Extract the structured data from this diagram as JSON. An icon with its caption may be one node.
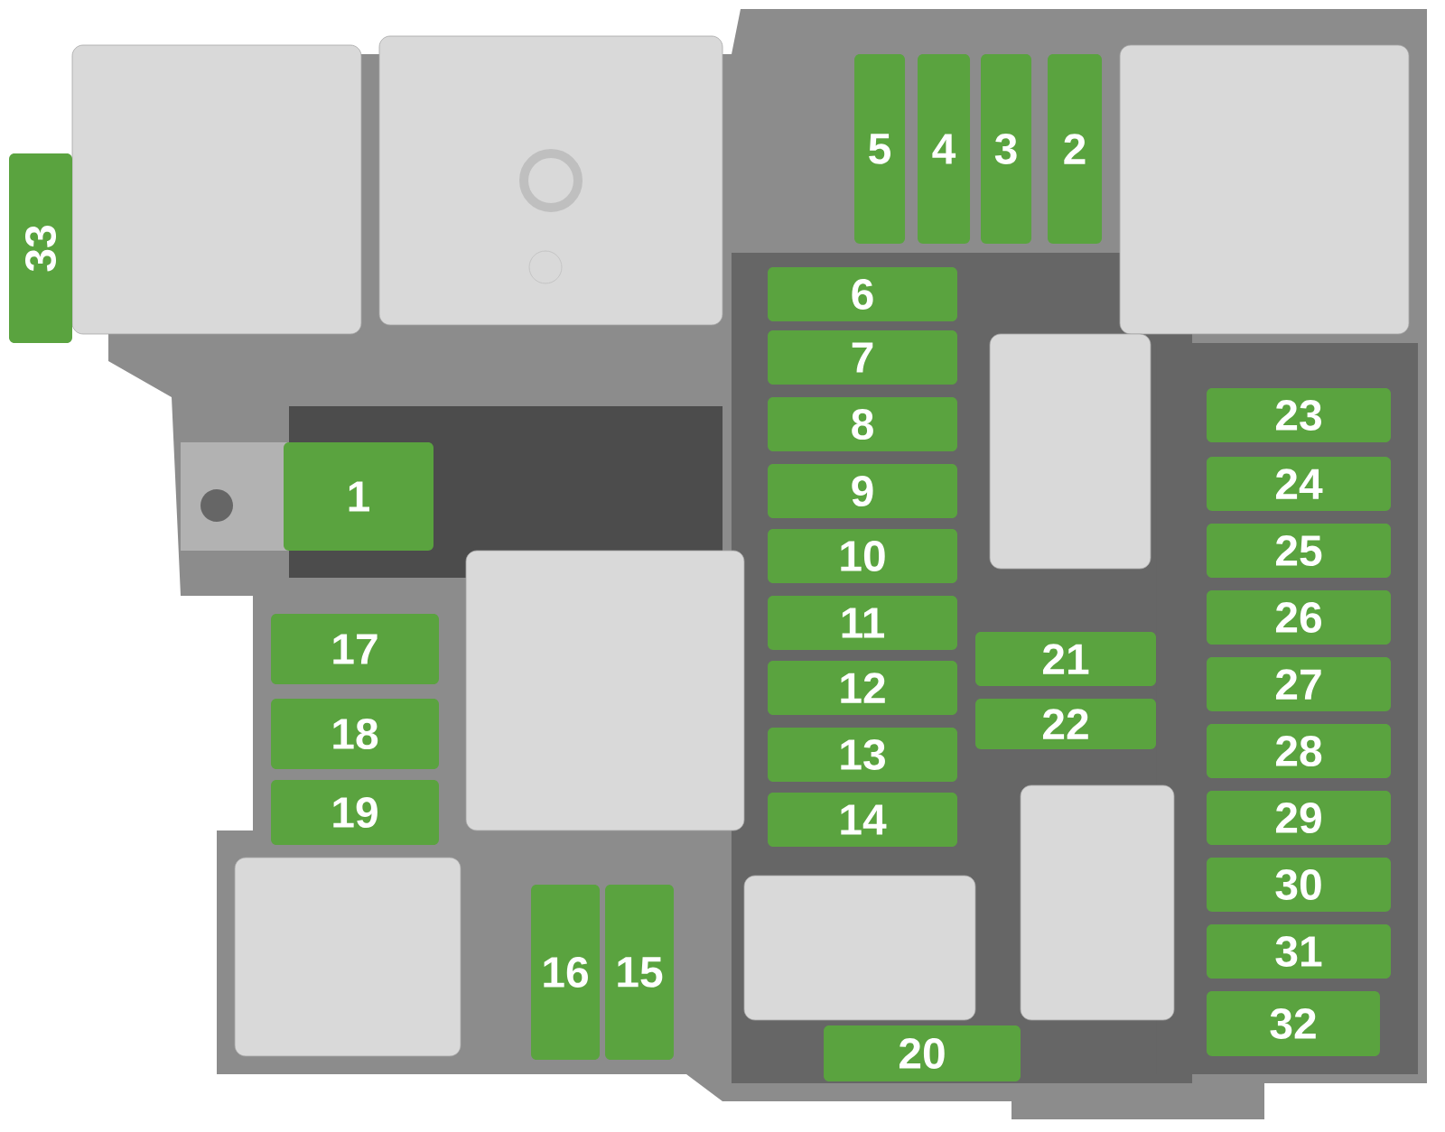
{
  "diagram": {
    "nodes": [
      {
        "text": [
          "1"
        ]
      },
      {
        "text": [
          "2"
        ]
      },
      {
        "text": [
          "3"
        ]
      },
      {
        "text": [
          "4"
        ]
      },
      {
        "text": [
          "5"
        ]
      },
      {
        "text": [
          "6"
        ]
      },
      {
        "text": [
          "7"
        ]
      },
      {
        "text": [
          "8"
        ]
      },
      {
        "text": [
          "9"
        ]
      },
      {
        "text": [
          "10"
        ]
      },
      {
        "text": [
          "11"
        ]
      },
      {
        "text": [
          "12"
        ]
      },
      {
        "text": [
          "13"
        ]
      },
      {
        "text": [
          "14"
        ]
      },
      {
        "text": [
          "15"
        ]
      },
      {
        "text": [
          "16"
        ]
      },
      {
        "text": [
          "17"
        ]
      },
      {
        "text": [
          "18"
        ]
      },
      {
        "text": [
          "19"
        ]
      },
      {
        "text": [
          "20"
        ]
      },
      {
        "text": [
          "21"
        ]
      },
      {
        "text": [
          "22"
        ]
      },
      {
        "text": [
          "23"
        ]
      },
      {
        "text": [
          "24"
        ]
      },
      {
        "text": [
          "25"
        ]
      },
      {
        "text": [
          "26"
        ]
      },
      {
        "text": [
          "27"
        ]
      },
      {
        "text": [
          "28"
        ]
      },
      {
        "text": [
          "29"
        ]
      },
      {
        "text": [
          "30"
        ]
      },
      {
        "text": [
          "31"
        ]
      },
      {
        "text": [
          "32"
        ]
      },
      {
        "text": [
          "33"
        ]
      }
    ]
  }
}
